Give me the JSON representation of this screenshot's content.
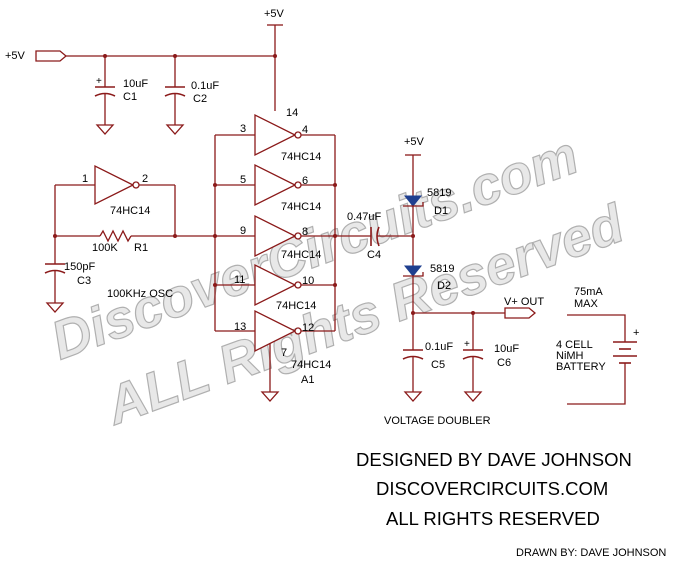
{
  "watermark": {
    "line1": "DiscoverCircuits.com",
    "line2": "ALL Rights Reserved"
  },
  "supply": {
    "input_label": "+5V",
    "top_label": "+5V",
    "diode_supply_label": "+5V"
  },
  "caps": {
    "c1": {
      "value": "10uF",
      "ref": "C1"
    },
    "c2": {
      "value": "0.1uF",
      "ref": "C2"
    },
    "c3": {
      "value": "150pF",
      "ref": "C3"
    },
    "c4": {
      "value": "0.47uF",
      "ref": "C4"
    },
    "c5": {
      "value": "0.1uF",
      "ref": "C5"
    },
    "c6": {
      "value": "10uF",
      "ref": "C6"
    }
  },
  "resistor": {
    "value": "100K",
    "ref": "R1"
  },
  "diodes": {
    "d1": {
      "part": "5819",
      "ref": "D1"
    },
    "d2": {
      "part": "5819",
      "ref": "D2"
    }
  },
  "ic": {
    "part": "74HC14",
    "ref": "A1",
    "pins": {
      "vcc": "14",
      "gnd": "7",
      "p1": "1",
      "p2": "2",
      "p3": "3",
      "p4": "4",
      "p5": "5",
      "p6": "6",
      "p9": "9",
      "p8": "8",
      "p11": "11",
      "p10": "10",
      "p13": "13",
      "p12": "12"
    }
  },
  "labels": {
    "osc": "100KHz OSC",
    "doubler": "VOLTAGE DOUBLER",
    "vout": "V+ OUT",
    "current": "75mA",
    "max": "MAX",
    "batt1": "4 CELL",
    "batt2": "NiMH",
    "batt3": "BATTERY",
    "batt_plus": "+"
  },
  "credits": {
    "designed": "DESIGNED BY DAVE JOHNSON",
    "site": "DISCOVERCIRCUITS.COM",
    "rights": "ALL RIGHTS RESERVED",
    "drawn": "DRAWN BY:  DAVE JOHNSON"
  }
}
